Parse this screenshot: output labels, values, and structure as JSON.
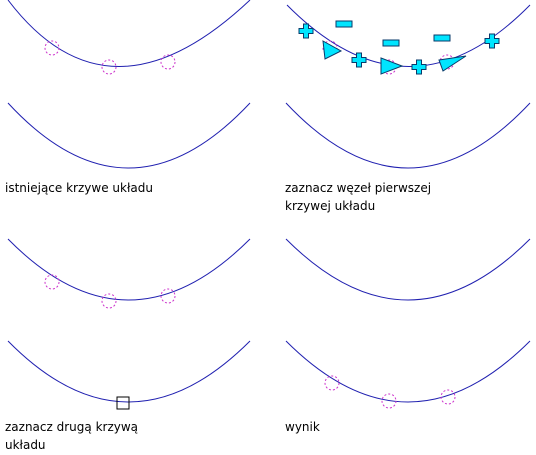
{
  "captions": {
    "panel_a": "istniejące krzywe układu",
    "panel_b_line1": "zaznacz węzeł pierwszej",
    "panel_b_line2": "krzywej układu",
    "panel_c_line1": "zaznacz drugą krzywą",
    "panel_c_line2": "układu",
    "panel_d": "wynik"
  },
  "colors": {
    "curve": "#2020b0",
    "node_marker": "#cc33cc",
    "grip": "#00e5ff",
    "grip_outline": "#0a3a6a",
    "selection_box": "#000000"
  },
  "icons": [
    "plus-grip-icon",
    "minus-grip-icon",
    "triangle-grip-icon",
    "node-circle-icon",
    "pick-box-icon"
  ]
}
